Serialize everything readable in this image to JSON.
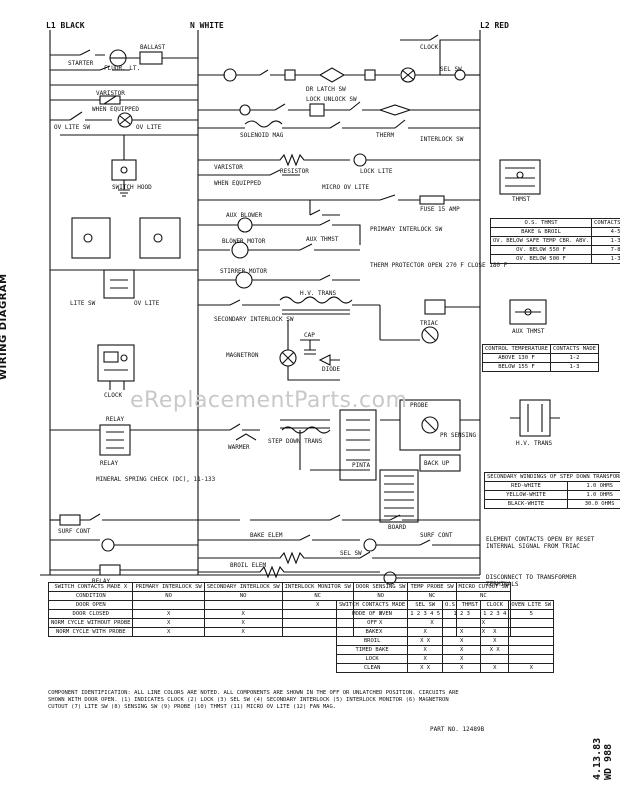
{
  "diagram": {
    "title": "WIRING DIAGRAM",
    "part_no": "PART NO. 12489B",
    "stamp": [
      "4.13.83",
      "WD 988"
    ],
    "watermark": "eReplacementParts.com"
  },
  "rails": {
    "l1": "L1 BLACK",
    "n": "N WHITE",
    "l2": "L2 RED"
  },
  "labels": {
    "flasher_lamp": "FLUOR. LT.",
    "ballast": "BALLAST",
    "starter_sw": "STARTER",
    "varistor_1": "VARISTOR",
    "when_equipped_1": "WHEN EQUIPPED",
    "ov_lite_sw": "OV LITE SW",
    "ov_lite": "OV LITE",
    "switch_hood": "SWITCH HOOD",
    "varistor_2": "VARISTOR",
    "when_equipped_2": "WHEN EQUIPPED",
    "dr_latch_sw": "DR LATCH SW",
    "clock": "CLOCK",
    "sel_sw": "SEL SW",
    "solenoid_mag": "SOLENOID MAG",
    "lock_unlock_sw": "LOCK UNLOCK SW",
    "resistor": "RESISTOR",
    "lock_lite": "LOCK LITE",
    "therm": "THERM",
    "interlock_sw": "INTERLOCK SW",
    "micro_ov_lite": "MICRO OV LITE",
    "fuse": "FUSE 15 AMP",
    "aux_blower": "AUX BLOWER",
    "blower_motor": "BLOWER MOTOR",
    "aux_thmst": "AUX THMST",
    "primary_interlock": "PRIMARY INTERLOCK SW",
    "therm_protector": "THERM PROTECTOR OPEN 270 F CLOSE 180 F",
    "stirrer_motor": "STIRRER MOTOR",
    "hv_trans": "H.V. TRANS",
    "secondary_interlock": "SECONDARY INTERLOCK SW",
    "magnetron": "MAGNETRON",
    "cap": "CAP",
    "diode": "DIODE",
    "triac": "TRIAC",
    "sensing_probe": "PROBE",
    "pr_sensing": "PR SENSING",
    "step_down_trans": "STEP DOWN TRANS",
    "warmer": "WARMER",
    "relay": "RELAY",
    "mineral_spring": "MINERAL SPRING CHECK (DC), 11-133",
    "pinta": "PINTA",
    "back_up": "BACK UP",
    "board": "BOARD",
    "surf_cont": "SURF CONT",
    "surf_cont_2": "SURF CONT",
    "bake_elem": "BAKE ELEM",
    "broil_elem": "BROIL ELEM",
    "relay_2": "RELAY",
    "clock_panel": "CLOCK",
    "relay_panel": "RELAY",
    "thmst": "THMST",
    "aux_thmst_2": "AUX THMST",
    "hv_trans_2": "H.V. TRANS",
    "sel_sw_2": "SEL SW",
    "lamp_sw": "LITE SW",
    "oven_light": "OV LITE"
  },
  "thmst_table": {
    "headers": [
      "O.S. THMST",
      "CONTACTS MADE"
    ],
    "rows": [
      [
        "BAKE & BROIL",
        "4-5"
      ],
      [
        "OV. BELOW SAFE TEMP CBR. ABV.",
        "1-3"
      ],
      [
        "OV. BELOW 550 F",
        "7-8"
      ],
      [
        "OV. BELOW 500 F",
        "1-3"
      ]
    ]
  },
  "control_table": {
    "headers": [
      "CONTROL TEMPERATURE",
      "CONTACTS MADE"
    ],
    "rows": [
      [
        "ABOVE 130 F",
        "1-2"
      ],
      [
        "BELOW 155 F",
        "1-3"
      ]
    ]
  },
  "secondary_table": {
    "title": "SECONDARY WINDINGS OF STEP DOWN TRANSFORMER",
    "rows": [
      [
        "RED-WHITE",
        "1.0 OHMS"
      ],
      [
        "YELLOW-WHITE",
        "1.0 OHMS"
      ],
      [
        "BLACK-WHITE",
        "30.0 OHMS"
      ]
    ]
  },
  "right_notes": [
    "ELEMENT CONTACTS OPEN BY RESET INTERNAL SIGNAL FROM TRIAC",
    "DISCONNECT TO TRANSFORMER TERMINALS"
  ],
  "switch_table": {
    "headers": [
      "SWITCH CONTACTS MADE X",
      "PRIMARY INTERLOCK SW",
      "SECONDARY INTERLOCK SW",
      "INTERLOCK MONITOR SW",
      "DOOR SENSING SW",
      "TEMP PROBE SW",
      "MICRO CUTOUT SW"
    ],
    "rows": [
      [
        "CONDITION",
        "NO",
        "NO",
        "NC",
        "NO",
        "NC",
        "NC"
      ],
      [
        "DOOR OPEN",
        "",
        "",
        "X",
        "",
        "",
        ""
      ],
      [
        "DOOR CLOSED",
        "X",
        "X",
        "",
        "X",
        "",
        ""
      ],
      [
        "NORM CYCLE WITHOUT PROBE",
        "X",
        "X",
        "",
        "X",
        "X",
        "X"
      ],
      [
        "NORM CYCLE WITH PROBE",
        "X",
        "X",
        "",
        "X",
        "",
        "X"
      ]
    ]
  },
  "mode_table": {
    "headers": [
      "SWITCH CONTACTS MADE",
      "SEL SW",
      "O.S. THMST",
      "CLOCK",
      "OVEN LITE SW"
    ],
    "rows": [
      [
        "MODE OF OVEN",
        "1 2 3 4 5",
        "1 2 3",
        "1 2 3 4",
        "5"
      ],
      [
        "OFF",
        "",
        "",
        "",
        ""
      ],
      [
        "BAKE",
        "X",
        "X",
        "X",
        ""
      ],
      [
        "BROIL",
        "X X",
        "X",
        "X",
        ""
      ],
      [
        "TIMED BAKE",
        "X",
        "X",
        "X X",
        ""
      ],
      [
        "LOCK",
        "X",
        "X",
        "",
        ""
      ],
      [
        "CLEAN",
        "X X",
        "X",
        "X",
        "X"
      ]
    ]
  },
  "notes": "COMPONENT IDENTIFICATION: ALL LINE COLORS ARE NOTED. ALL COMPONENTS ARE SHOWN IN THE OFF OR UNLATCHED POSITION. CIRCUITS ARE SHOWN WITH DOOR OPEN. (1) INDICATES CLOCK (2) LOCK (3) SEL SW (4) SECONDARY INTERLOCK (5) INTERLOCK MONITOR (6) MAGNETRON CUTOUT (7) LITE SW (8) SENSING SW (9) PROBE (10) THMST (11) MICRO OV LITE (12) FAN MAG."
}
